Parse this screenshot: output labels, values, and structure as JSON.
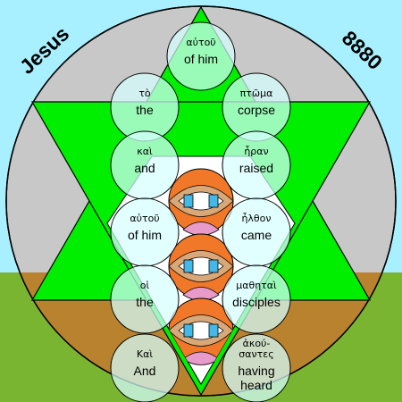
{
  "colors": {
    "sky": "#a8f0ff",
    "grass": "#7ab532",
    "disc": "#c8c8c8",
    "disc_lower": "#b8822e",
    "star": "#00ee00",
    "inner": "#ffffff",
    "bubble": "#d6ffff",
    "petal_orange": "#f07828",
    "petal_tan": "#d8a878",
    "petal_olive": "#b8c890",
    "petal_pink": "#e89aca",
    "eye_blue": "#44b8e8"
  },
  "header": {
    "name": "Jesus",
    "number": "8880"
  },
  "words": [
    {
      "greek": "αὐτοῦ",
      "english": "of him"
    },
    {
      "greek": "τὸ",
      "english": "the"
    },
    {
      "greek": "πτῶμα",
      "english": "corpse"
    },
    {
      "greek": "καὶ",
      "english": "and"
    },
    {
      "greek": "ἦραν",
      "english": "raised"
    },
    {
      "greek": "αὐτοῦ",
      "english": "of him"
    },
    {
      "greek": "ἦλθον",
      "english": "came"
    },
    {
      "greek": "οἱ",
      "english": "the"
    },
    {
      "greek": "μαθηταὶ",
      "english": "disciples"
    },
    {
      "greek": "Καὶ",
      "english": "And"
    },
    {
      "greek": "ἀκού-σαντες",
      "english": "having heard"
    }
  ]
}
